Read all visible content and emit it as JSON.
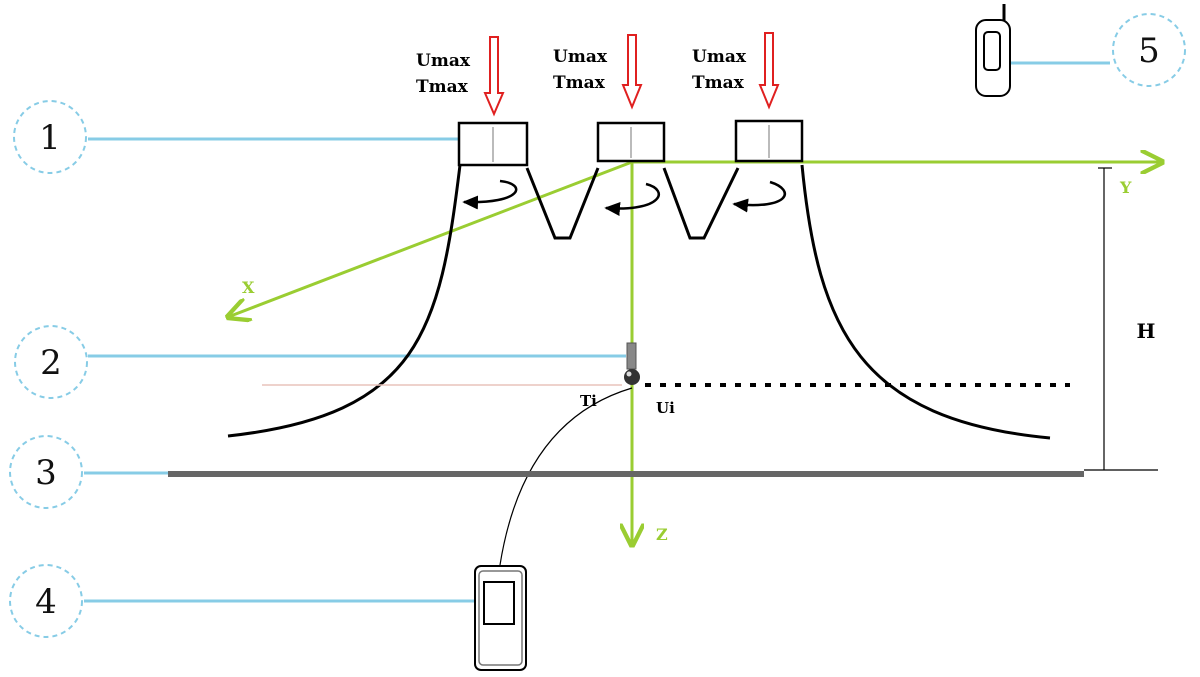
{
  "outlets": [
    {
      "u_label": "Umax",
      "t_label": "Tmax"
    },
    {
      "u_label": "Umax",
      "t_label": "Tmax"
    },
    {
      "u_label": "Umax",
      "t_label": "Tmax"
    }
  ],
  "axes": {
    "x": "X",
    "y": "Y",
    "z": "Z"
  },
  "height_label": "H",
  "probe": {
    "t_label": "Ti",
    "u_label": "Ui"
  },
  "callouts": [
    "1",
    "2",
    "3",
    "4",
    "5"
  ],
  "colors": {
    "axis": "#9acd32",
    "arrow": "#e02020",
    "leader": "#87cce6",
    "circle": "#87cce6",
    "floor": "#666666"
  }
}
